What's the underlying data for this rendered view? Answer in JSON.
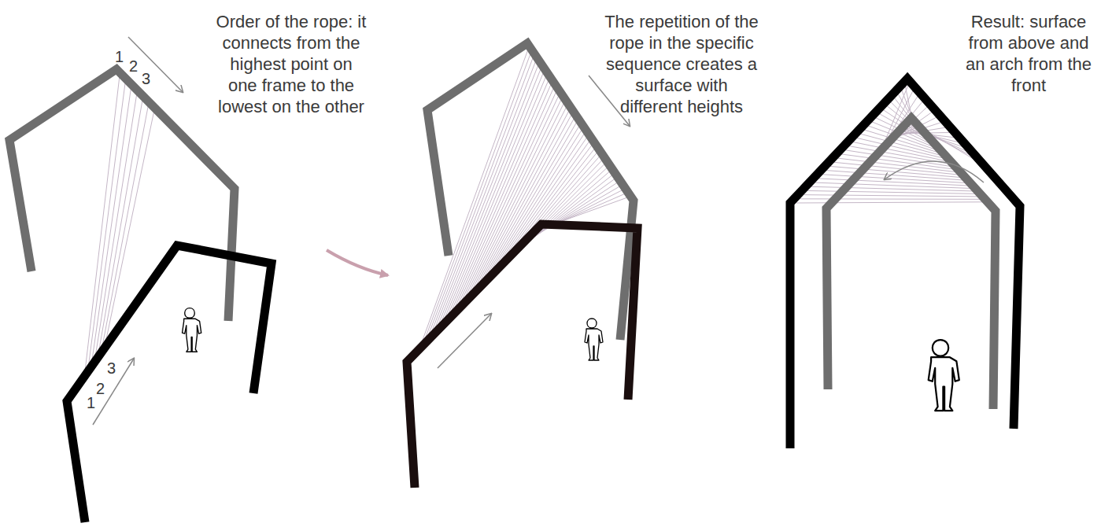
{
  "diagram": {
    "labels": [
      "Order of the rope: it connects from the highest point on one frame to the lowest on the other",
      "The repetition of the rope in the specific sequence creates a surface with different heights",
      "Result: surface from above and an arch from the front",
      "1",
      "2",
      "3",
      "1",
      "2",
      "3"
    ]
  }
}
